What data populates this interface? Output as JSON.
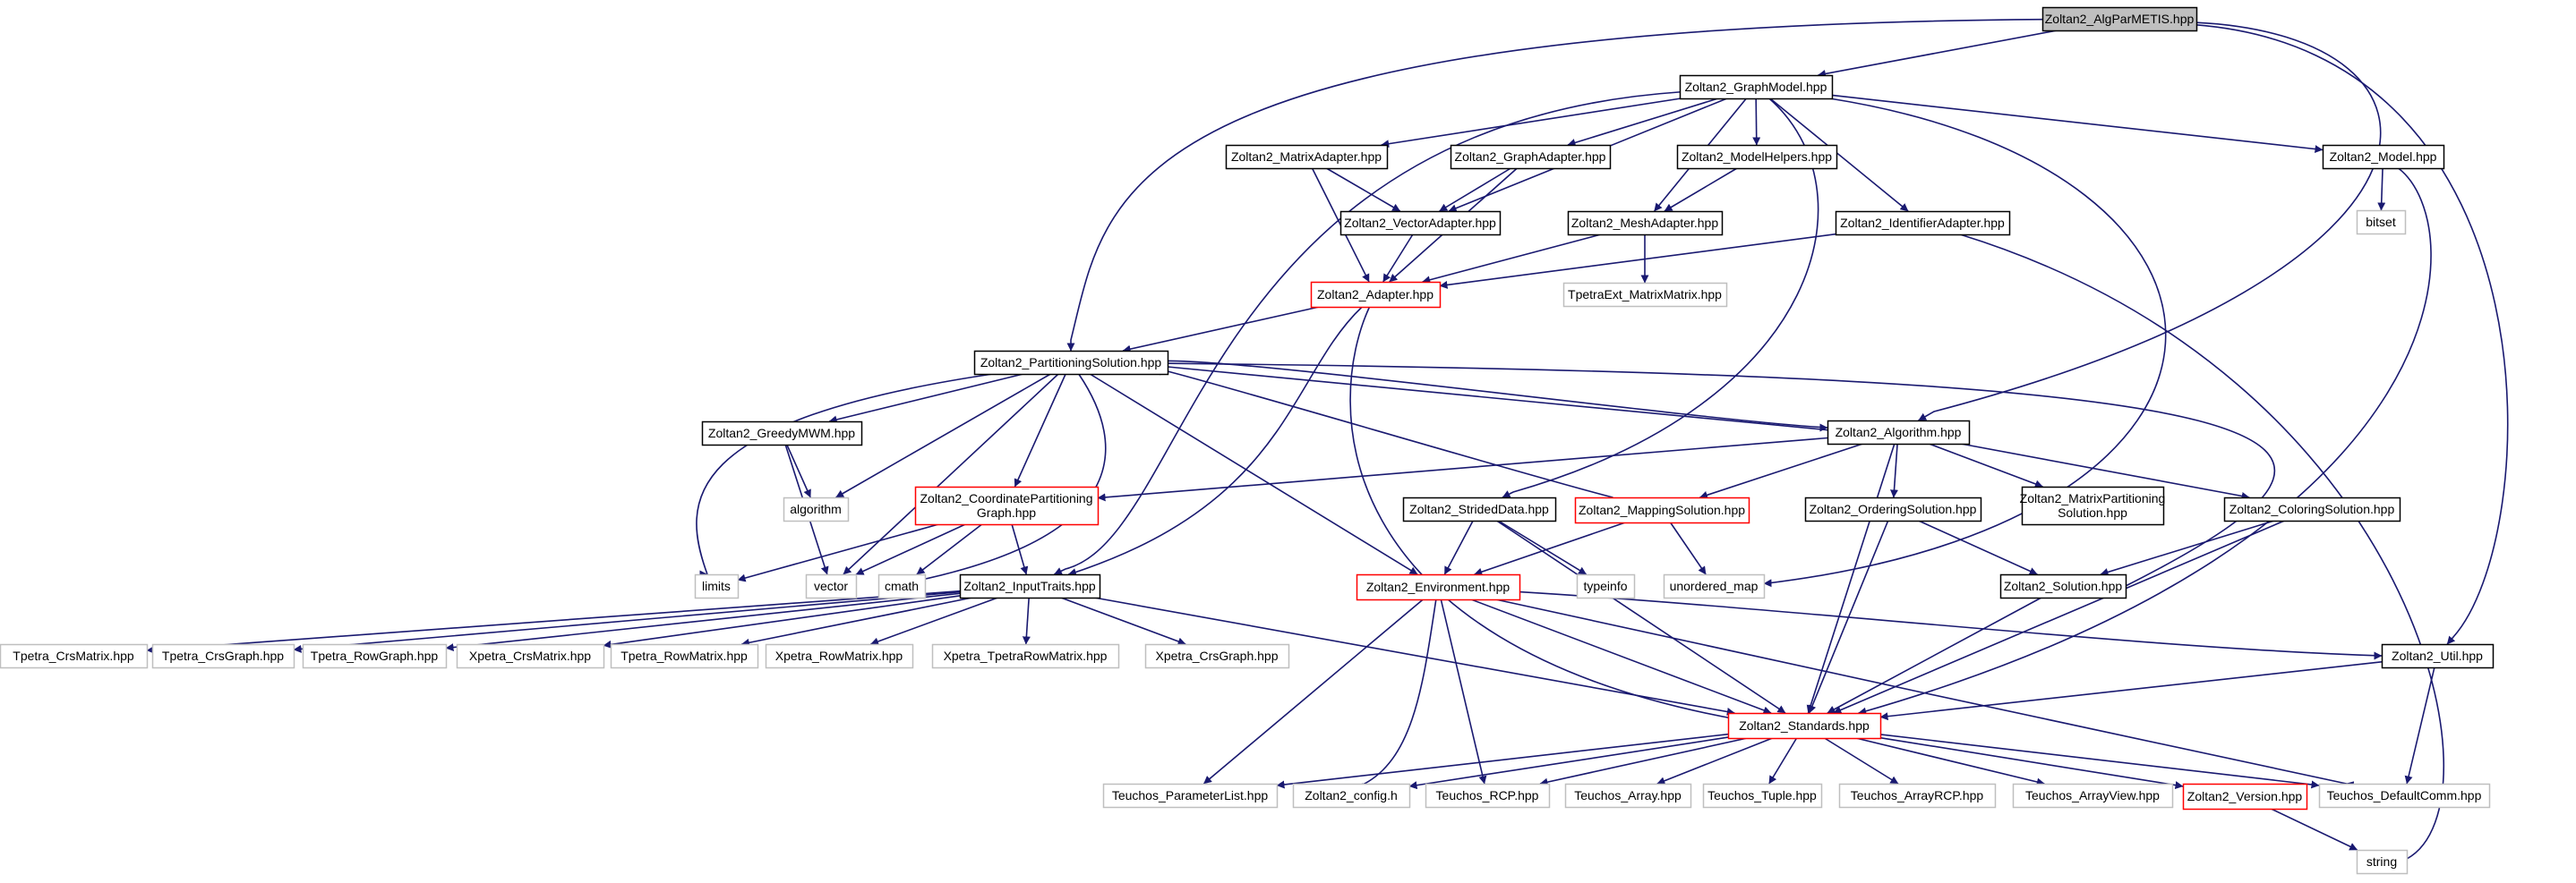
{
  "diagram": {
    "colors": {
      "edge": "#191970",
      "border_normal": "#000000",
      "border_truncated": "#ff0000",
      "border_external": "#bfbfbf",
      "fill_root": "#bfbfbf",
      "fill_normal": "#ffffff"
    },
    "nodes": [
      {
        "id": "algparmetis",
        "label": "Zoltan2_AlgParMETIS.hpp",
        "kind": "root"
      },
      {
        "id": "graphmodel",
        "label": "Zoltan2_GraphModel.hpp",
        "kind": "normal"
      },
      {
        "id": "matrixadapter",
        "label": "Zoltan2_MatrixAdapter.hpp",
        "kind": "normal"
      },
      {
        "id": "graphadapter",
        "label": "Zoltan2_GraphAdapter.hpp",
        "kind": "normal"
      },
      {
        "id": "modelhelpers",
        "label": "Zoltan2_ModelHelpers.hpp",
        "kind": "normal"
      },
      {
        "id": "model",
        "label": "Zoltan2_Model.hpp",
        "kind": "normal"
      },
      {
        "id": "bitset",
        "label": "bitset",
        "kind": "external"
      },
      {
        "id": "vectoradapter",
        "label": "Zoltan2_VectorAdapter.hpp",
        "kind": "normal"
      },
      {
        "id": "meshadapter",
        "label": "Zoltan2_MeshAdapter.hpp",
        "kind": "normal"
      },
      {
        "id": "identifieradapter",
        "label": "Zoltan2_IdentifierAdapter.hpp",
        "kind": "normal"
      },
      {
        "id": "adapter",
        "label": "Zoltan2_Adapter.hpp",
        "kind": "truncated"
      },
      {
        "id": "tpetraext",
        "label": "TpetraExt_MatrixMatrix.hpp",
        "kind": "external"
      },
      {
        "id": "partsol",
        "label": "Zoltan2_PartitioningSolution.hpp",
        "kind": "normal"
      },
      {
        "id": "greedymwm",
        "label": "Zoltan2_GreedyMWM.hpp",
        "kind": "normal"
      },
      {
        "id": "algorithm_std",
        "label": "algorithm",
        "kind": "external"
      },
      {
        "id": "algorithm",
        "label": "Zoltan2_Algorithm.hpp",
        "kind": "normal"
      },
      {
        "id": "coordpart",
        "label": "Zoltan2_CoordinatePartitioning\nGraph.hpp",
        "kind": "truncated"
      },
      {
        "id": "strideddata",
        "label": "Zoltan2_StridedData.hpp",
        "kind": "normal"
      },
      {
        "id": "mappingsol",
        "label": "Zoltan2_MappingSolution.hpp",
        "kind": "truncated"
      },
      {
        "id": "orderingsol",
        "label": "Zoltan2_OrderingSolution.hpp",
        "kind": "normal"
      },
      {
        "id": "matrixpartsol",
        "label": "Zoltan2_MatrixPartitioning\nSolution.hpp",
        "kind": "normal"
      },
      {
        "id": "coloringsol",
        "label": "Zoltan2_ColoringSolution.hpp",
        "kind": "normal"
      },
      {
        "id": "limits",
        "label": "limits",
        "kind": "external"
      },
      {
        "id": "vector",
        "label": "vector",
        "kind": "external"
      },
      {
        "id": "cmath",
        "label": "cmath",
        "kind": "external"
      },
      {
        "id": "inputtraits",
        "label": "Zoltan2_InputTraits.hpp",
        "kind": "normal"
      },
      {
        "id": "environment",
        "label": "Zoltan2_Environment.hpp",
        "kind": "truncated"
      },
      {
        "id": "typeinfo",
        "label": "typeinfo",
        "kind": "external"
      },
      {
        "id": "unordered_map",
        "label": "unordered_map",
        "kind": "external"
      },
      {
        "id": "solution",
        "label": "Zoltan2_Solution.hpp",
        "kind": "normal"
      },
      {
        "id": "tpetra_crsmatrix",
        "label": "Tpetra_CrsMatrix.hpp",
        "kind": "external"
      },
      {
        "id": "tpetra_crsgraph",
        "label": "Tpetra_CrsGraph.hpp",
        "kind": "external"
      },
      {
        "id": "tpetra_rowgraph",
        "label": "Tpetra_RowGraph.hpp",
        "kind": "external"
      },
      {
        "id": "xpetra_crsmatrix",
        "label": "Xpetra_CrsMatrix.hpp",
        "kind": "external"
      },
      {
        "id": "tpetra_rowmatrix",
        "label": "Tpetra_RowMatrix.hpp",
        "kind": "external"
      },
      {
        "id": "xpetra_rowmatrix",
        "label": "Xpetra_RowMatrix.hpp",
        "kind": "external"
      },
      {
        "id": "xpetra_tpetrarowmatrix",
        "label": "Xpetra_TpetraRowMatrix.hpp",
        "kind": "external"
      },
      {
        "id": "xpetra_crsgraph",
        "label": "Xpetra_CrsGraph.hpp",
        "kind": "external"
      },
      {
        "id": "util",
        "label": "Zoltan2_Util.hpp",
        "kind": "normal"
      },
      {
        "id": "standards",
        "label": "Zoltan2_Standards.hpp",
        "kind": "truncated"
      },
      {
        "id": "teuchos_paramlist",
        "label": "Teuchos_ParameterList.hpp",
        "kind": "external"
      },
      {
        "id": "config",
        "label": "Zoltan2_config.h",
        "kind": "external"
      },
      {
        "id": "teuchos_rcp",
        "label": "Teuchos_RCP.hpp",
        "kind": "external"
      },
      {
        "id": "teuchos_array",
        "label": "Teuchos_Array.hpp",
        "kind": "external"
      },
      {
        "id": "teuchos_tuple",
        "label": "Teuchos_Tuple.hpp",
        "kind": "external"
      },
      {
        "id": "teuchos_arrayrcp",
        "label": "Teuchos_ArrayRCP.hpp",
        "kind": "external"
      },
      {
        "id": "teuchos_arrayview",
        "label": "Teuchos_ArrayView.hpp",
        "kind": "external"
      },
      {
        "id": "version",
        "label": "Zoltan2_Version.hpp",
        "kind": "truncated"
      },
      {
        "id": "teuchos_defaultcomm",
        "label": "Teuchos_DefaultComm.hpp",
        "kind": "external"
      },
      {
        "id": "string",
        "label": "string",
        "kind": "external"
      }
    ],
    "edges": [
      [
        "algparmetis",
        "graphmodel"
      ],
      [
        "algparmetis",
        "partsol"
      ],
      [
        "algparmetis",
        "algorithm"
      ],
      [
        "algparmetis",
        "util"
      ],
      [
        "graphmodel",
        "matrixadapter"
      ],
      [
        "graphmodel",
        "graphadapter"
      ],
      [
        "graphmodel",
        "modelhelpers"
      ],
      [
        "graphmodel",
        "model"
      ],
      [
        "graphmodel",
        "vectoradapter"
      ],
      [
        "graphmodel",
        "meshadapter"
      ],
      [
        "graphmodel",
        "identifieradapter"
      ],
      [
        "graphmodel",
        "strideddata"
      ],
      [
        "graphmodel",
        "inputtraits"
      ],
      [
        "graphmodel",
        "unordered_map"
      ],
      [
        "matrixadapter",
        "vectoradapter"
      ],
      [
        "matrixadapter",
        "adapter"
      ],
      [
        "graphadapter",
        "vectoradapter"
      ],
      [
        "graphadapter",
        "adapter"
      ],
      [
        "modelhelpers",
        "meshadapter"
      ],
      [
        "model",
        "bitset"
      ],
      [
        "model",
        "standards"
      ],
      [
        "vectoradapter",
        "adapter"
      ],
      [
        "meshadapter",
        "adapter"
      ],
      [
        "meshadapter",
        "tpetraext"
      ],
      [
        "identifieradapter",
        "adapter"
      ],
      [
        "identifieradapter",
        "string"
      ],
      [
        "adapter",
        "partsol"
      ],
      [
        "adapter",
        "inputtraits"
      ],
      [
        "adapter",
        "standards"
      ],
      [
        "partsol",
        "greedymwm"
      ],
      [
        "partsol",
        "algorithm_std"
      ],
      [
        "partsol",
        "algorithm"
      ],
      [
        "partsol",
        "coordpart"
      ],
      [
        "partsol",
        "limits"
      ],
      [
        "partsol",
        "vector"
      ],
      [
        "partsol",
        "cmath"
      ],
      [
        "partsol",
        "environment"
      ],
      [
        "partsol",
        "solution"
      ],
      [
        "greedymwm",
        "algorithm_std"
      ],
      [
        "greedymwm",
        "vector"
      ],
      [
        "algorithm",
        "partsol"
      ],
      [
        "algorithm",
        "coordpart"
      ],
      [
        "algorithm",
        "mappingsol"
      ],
      [
        "algorithm",
        "orderingsol"
      ],
      [
        "algorithm",
        "matrixpartsol"
      ],
      [
        "algorithm",
        "coloringsol"
      ],
      [
        "algorithm",
        "standards"
      ],
      [
        "coordpart",
        "limits"
      ],
      [
        "coordpart",
        "vector"
      ],
      [
        "coordpart",
        "cmath"
      ],
      [
        "coordpart",
        "inputtraits"
      ],
      [
        "strideddata",
        "environment"
      ],
      [
        "strideddata",
        "typeinfo"
      ],
      [
        "strideddata",
        "standards"
      ],
      [
        "mappingsol",
        "partsol"
      ],
      [
        "mappingsol",
        "environment"
      ],
      [
        "mappingsol",
        "unordered_map"
      ],
      [
        "orderingsol",
        "solution"
      ],
      [
        "orderingsol",
        "standards"
      ],
      [
        "coloringsol",
        "solution"
      ],
      [
        "coloringsol",
        "standards"
      ],
      [
        "solution",
        "standards"
      ],
      [
        "inputtraits",
        "tpetra_crsmatrix"
      ],
      [
        "inputtraits",
        "tpetra_crsgraph"
      ],
      [
        "inputtraits",
        "tpetra_rowgraph"
      ],
      [
        "inputtraits",
        "xpetra_crsmatrix"
      ],
      [
        "inputtraits",
        "tpetra_rowmatrix"
      ],
      [
        "inputtraits",
        "xpetra_rowmatrix"
      ],
      [
        "inputtraits",
        "xpetra_tpetrarowmatrix"
      ],
      [
        "inputtraits",
        "xpetra_crsgraph"
      ],
      [
        "inputtraits",
        "standards"
      ],
      [
        "environment",
        "teuchos_paramlist"
      ],
      [
        "environment",
        "config"
      ],
      [
        "environment",
        "teuchos_rcp"
      ],
      [
        "environment",
        "standards"
      ],
      [
        "environment",
        "util"
      ],
      [
        "environment",
        "teuchos_defaultcomm"
      ],
      [
        "util",
        "standards"
      ],
      [
        "util",
        "teuchos_defaultcomm"
      ],
      [
        "standards",
        "teuchos_paramlist"
      ],
      [
        "standards",
        "config"
      ],
      [
        "standards",
        "teuchos_rcp"
      ],
      [
        "standards",
        "teuchos_array"
      ],
      [
        "standards",
        "teuchos_tuple"
      ],
      [
        "standards",
        "teuchos_arrayrcp"
      ],
      [
        "standards",
        "teuchos_arrayview"
      ],
      [
        "standards",
        "version"
      ],
      [
        "standards",
        "teuchos_defaultcomm"
      ],
      [
        "version",
        "string"
      ]
    ]
  }
}
